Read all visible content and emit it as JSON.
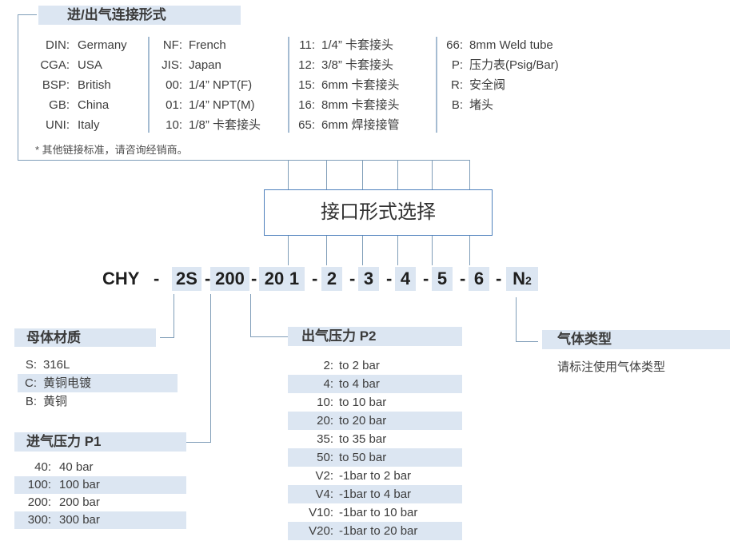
{
  "connection_section": {
    "title": "进/出气连接形式",
    "columns": [
      {
        "items": [
          {
            "key": "DIN:",
            "value": "Germany"
          },
          {
            "key": "CGA:",
            "value": "USA"
          },
          {
            "key": "BSP:",
            "value": "British"
          },
          {
            "key": "GB:",
            "value": "China"
          },
          {
            "key": "UNI:",
            "value": "Italy"
          }
        ]
      },
      {
        "items": [
          {
            "key": "NF:",
            "value": "French"
          },
          {
            "key": "JIS:",
            "value": "Japan"
          },
          {
            "key": "00:",
            "value": "1/4”  NPT(F)"
          },
          {
            "key": "01:",
            "value": "1/4”  NPT(M)"
          },
          {
            "key": "10:",
            "value": "1/8”  卡套接头"
          }
        ]
      },
      {
        "items": [
          {
            "key": "11:",
            "value": "1/4”  卡套接头"
          },
          {
            "key": "12:",
            "value": "3/8”  卡套接头"
          },
          {
            "key": "15:",
            "value": "6mm 卡套接头"
          },
          {
            "key": "16:",
            "value": "8mm 卡套接头"
          },
          {
            "key": "65:",
            "value": "6mm 焊接接管"
          }
        ]
      },
      {
        "items": [
          {
            "key": "66:",
            "value": "8mm Weld tube"
          },
          {
            "key": "P:",
            "value": "压力表(Psig/Bar)"
          },
          {
            "key": "R:",
            "value": "安全阀"
          },
          {
            "key": "B:",
            "value": "堵头"
          }
        ]
      }
    ],
    "footnote": "* 其他链接标准，请咨询经销商。"
  },
  "interface_box": {
    "label": "接口形式选择"
  },
  "model_code": {
    "full": "CHY - 2S -200- 20 - 1 - 2 - 3 - 4 - 5 - 6 - N2",
    "segments": [
      {
        "text": "CHY",
        "highlighted": false
      },
      {
        "text": "-",
        "highlighted": false
      },
      {
        "text": "2S",
        "highlighted": true
      },
      {
        "text": "-",
        "highlighted": false
      },
      {
        "text": "200",
        "highlighted": true
      },
      {
        "text": "-",
        "highlighted": false
      },
      {
        "text": "20",
        "highlighted": true
      },
      {
        "text": "-",
        "highlighted": false
      },
      {
        "text": "1",
        "highlighted": true
      },
      {
        "text": "-",
        "highlighted": false
      },
      {
        "text": "2",
        "highlighted": true
      },
      {
        "text": "-",
        "highlighted": false
      },
      {
        "text": "3",
        "highlighted": true
      },
      {
        "text": "-",
        "highlighted": false
      },
      {
        "text": "4",
        "highlighted": true
      },
      {
        "text": "-",
        "highlighted": false
      },
      {
        "text": "5",
        "highlighted": true
      },
      {
        "text": "-",
        "highlighted": false
      },
      {
        "text": "6",
        "highlighted": true
      },
      {
        "text": "-",
        "highlighted": false
      },
      {
        "text": "N",
        "sub": "2",
        "highlighted": true
      }
    ]
  },
  "material_section": {
    "title": "母体材质",
    "items": [
      {
        "key": "S:",
        "value": "316L",
        "highlighted": false
      },
      {
        "key": "C:",
        "value": "黄铜电镀",
        "highlighted": true
      },
      {
        "key": "B:",
        "value": "黄铜",
        "highlighted": false
      }
    ]
  },
  "inlet_pressure_section": {
    "title": "进气压力 P1",
    "items": [
      {
        "key": "40:",
        "value": "40 bar",
        "highlighted": false
      },
      {
        "key": "100:",
        "value": "100 bar",
        "highlighted": true
      },
      {
        "key": "200:",
        "value": "200 bar",
        "highlighted": false
      },
      {
        "key": "300:",
        "value": "300 bar",
        "highlighted": true
      }
    ]
  },
  "outlet_pressure_section": {
    "title": "出气压力 P2",
    "items": [
      {
        "key": "2:",
        "value": "to 2 bar",
        "highlighted": false
      },
      {
        "key": "4:",
        "value": "to 4 bar",
        "highlighted": true
      },
      {
        "key": "10:",
        "value": "to 10 bar",
        "highlighted": false
      },
      {
        "key": "20:",
        "value": "to 20 bar",
        "highlighted": true
      },
      {
        "key": "35:",
        "value": "to 35 bar",
        "highlighted": false
      },
      {
        "key": "50:",
        "value": "to 50 bar",
        "highlighted": true
      },
      {
        "key": "V2:",
        "value": "-1bar to 2 bar",
        "highlighted": false
      },
      {
        "key": "V4:",
        "value": "-1bar to 4 bar",
        "highlighted": true
      },
      {
        "key": "V10:",
        "value": "-1bar to 10 bar",
        "highlighted": false
      },
      {
        "key": "V20:",
        "value": "-1bar to 20 bar",
        "highlighted": true
      }
    ]
  },
  "gas_type_section": {
    "title": "气体类型",
    "note": "请标注使用气体类型"
  },
  "colors": {
    "highlight": "#dce6f2",
    "connector_line": "#7f9db8",
    "box_border": "#4f81bd",
    "text": "#3d3d3d"
  }
}
